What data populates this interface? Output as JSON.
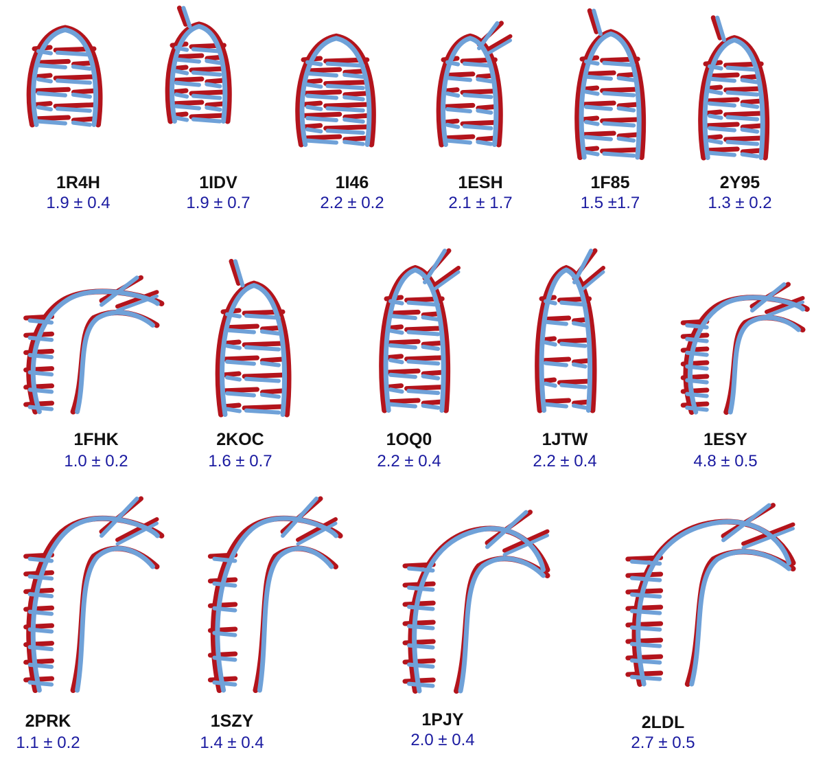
{
  "colors": {
    "model_red": "#b3141c",
    "model_blue": "#6fa1d8",
    "pdb_id_text": "#111111",
    "rmsd_text": "#1a1aa0",
    "background": "#ffffff"
  },
  "structures": [
    {
      "pdb_id": "1R4H",
      "rmsd": "1.9 ± 0.4"
    },
    {
      "pdb_id": "1IDV",
      "rmsd": "1.9 ± 0.7"
    },
    {
      "pdb_id": "1I46",
      "rmsd": "2.2 ± 0.2"
    },
    {
      "pdb_id": "1ESH",
      "rmsd": "2.1 ± 1.7"
    },
    {
      "pdb_id": "1F85",
      "rmsd": "1.5 ±1.7"
    },
    {
      "pdb_id": "2Y95",
      "rmsd": "1.3 ± 0.2"
    },
    {
      "pdb_id": "1FHK",
      "rmsd": "1.0 ± 0.2"
    },
    {
      "pdb_id": "2KOC",
      "rmsd": "1.6 ± 0.7"
    },
    {
      "pdb_id": "1OQ0",
      "rmsd": "2.2 ± 0.4"
    },
    {
      "pdb_id": "1JTW",
      "rmsd": "2.2 ± 0.4"
    },
    {
      "pdb_id": "1ESY",
      "rmsd": "4.8 ± 0.5"
    },
    {
      "pdb_id": "2PRK",
      "rmsd": "1.1 ± 0.2"
    },
    {
      "pdb_id": "1SZY",
      "rmsd": "1.4 ± 0.4"
    },
    {
      "pdb_id": "1PJY",
      "rmsd": "2.0 ± 0.4"
    },
    {
      "pdb_id": "2LDL",
      "rmsd": "2.7 ± 0.5"
    }
  ]
}
